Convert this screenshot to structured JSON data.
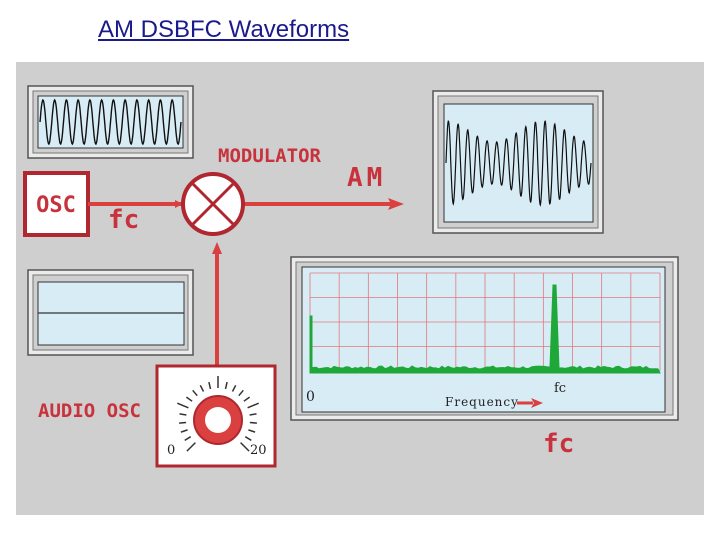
{
  "slide": {
    "title": "AM DSBFC Waveforms"
  },
  "diagram": {
    "osc_label": "OSC",
    "fc_label": "fc",
    "modulator_label": "MODULATOR",
    "am_label": "AM",
    "audio_osc_label": "AUDIO OSC",
    "dial_min": "0",
    "dial_max": "20",
    "spectrum": {
      "axis_zero": "0",
      "axis_label": "Frequency",
      "peak_label": "fc",
      "below_label": "fc"
    }
  },
  "colors": {
    "signal_line": "#d9403f",
    "spectrum_trace": "#1fa83a",
    "screen": "#d8ecf6",
    "grid": "#e07a7a"
  }
}
